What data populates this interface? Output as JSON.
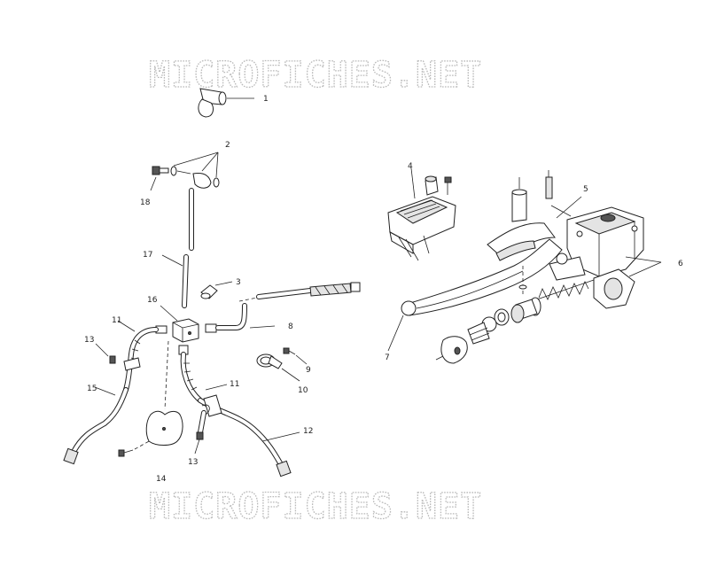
{
  "watermark": {
    "top": "MICROFICHES.NET",
    "bottom": "MICROFICHES.NET",
    "color": "#b9b9b9"
  },
  "callouts": [
    "1",
    "2",
    "3",
    "4",
    "5",
    "6",
    "7",
    "8",
    "9",
    "10",
    "11",
    "11",
    "12",
    "13",
    "13",
    "14",
    "15",
    "16",
    "17",
    "18"
  ]
}
